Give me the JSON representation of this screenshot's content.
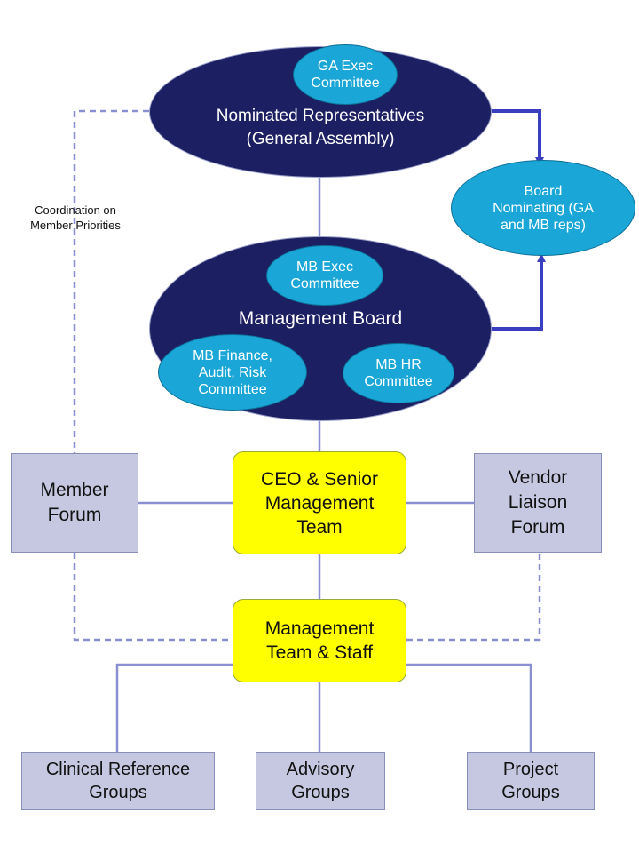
{
  "nodes": {
    "general_assembly": {
      "label": "Nominated Representatives\n(General Assembly)"
    },
    "ga_exec": {
      "label": "GA Exec\nCommittee"
    },
    "board_nominating": {
      "label": "Board\nNominating  (GA\nand MB reps)"
    },
    "management_board": {
      "label": "Management Board"
    },
    "mb_exec": {
      "label": "MB Exec\nCommittee"
    },
    "mb_finance": {
      "label": "MB Finance,\nAudit, Risk\nCommittee"
    },
    "mb_hr": {
      "label": "MB HR\nCommittee"
    },
    "member_forum": {
      "label": "Member\nForum"
    },
    "ceo_team": {
      "label": "CEO & Senior\nManagement\nTeam"
    },
    "vendor_forum": {
      "label": "Vendor\nLiaison\nForum"
    },
    "mgmt_staff": {
      "label": "Management\nTeam & Staff"
    },
    "clinical_groups": {
      "label": "Clinical Reference\nGroups"
    },
    "advisory_groups": {
      "label": "Advisory\nGroups"
    },
    "project_groups": {
      "label": "Project\nGroups"
    }
  },
  "annotations": {
    "coordination": "Coordination on\nMember Priorities"
  },
  "colors": {
    "navy": "#1c1f62",
    "cyan": "#1aa6d6",
    "yellow": "#ffff00",
    "grey_box": "#c5c8e0",
    "connector": "#8a8fd0",
    "arrow": "#3a3fbf"
  }
}
